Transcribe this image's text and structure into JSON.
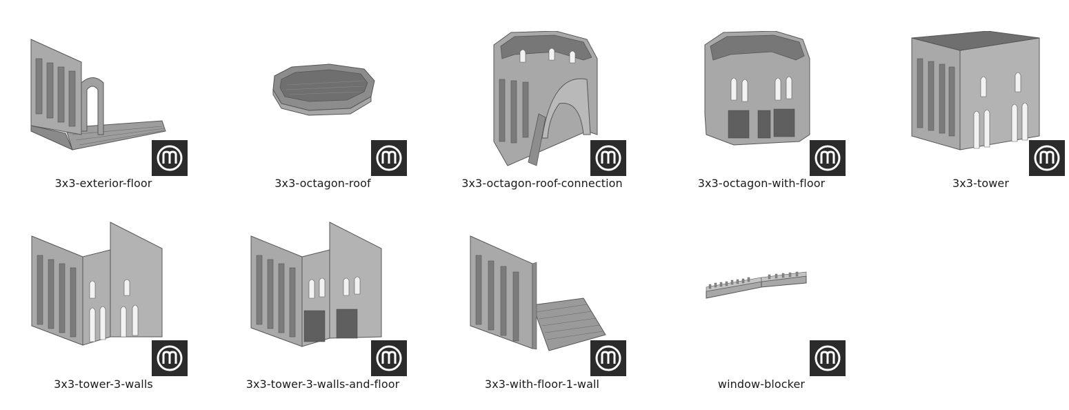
{
  "files": [
    {
      "name": "3x3-exterior-floor"
    },
    {
      "name": "3x3-octagon-roof"
    },
    {
      "name": "3x3-octagon-roof-connection"
    },
    {
      "name": "3x3-octagon-with-floor"
    },
    {
      "name": "3x3-tower"
    },
    {
      "name": "3x3-tower-3-walls"
    },
    {
      "name": "3x3-tower-3-walls-and-floor"
    },
    {
      "name": "3x3-with-floor-1-wall"
    },
    {
      "name": "window-blocker"
    }
  ],
  "badge_icon": "makerbot-m-icon",
  "colors": {
    "model_fill": "#a9a9a9",
    "model_dark": "#6e6e6e",
    "badge_bg": "#2b2b2b",
    "badge_fg": "#ffffff"
  }
}
